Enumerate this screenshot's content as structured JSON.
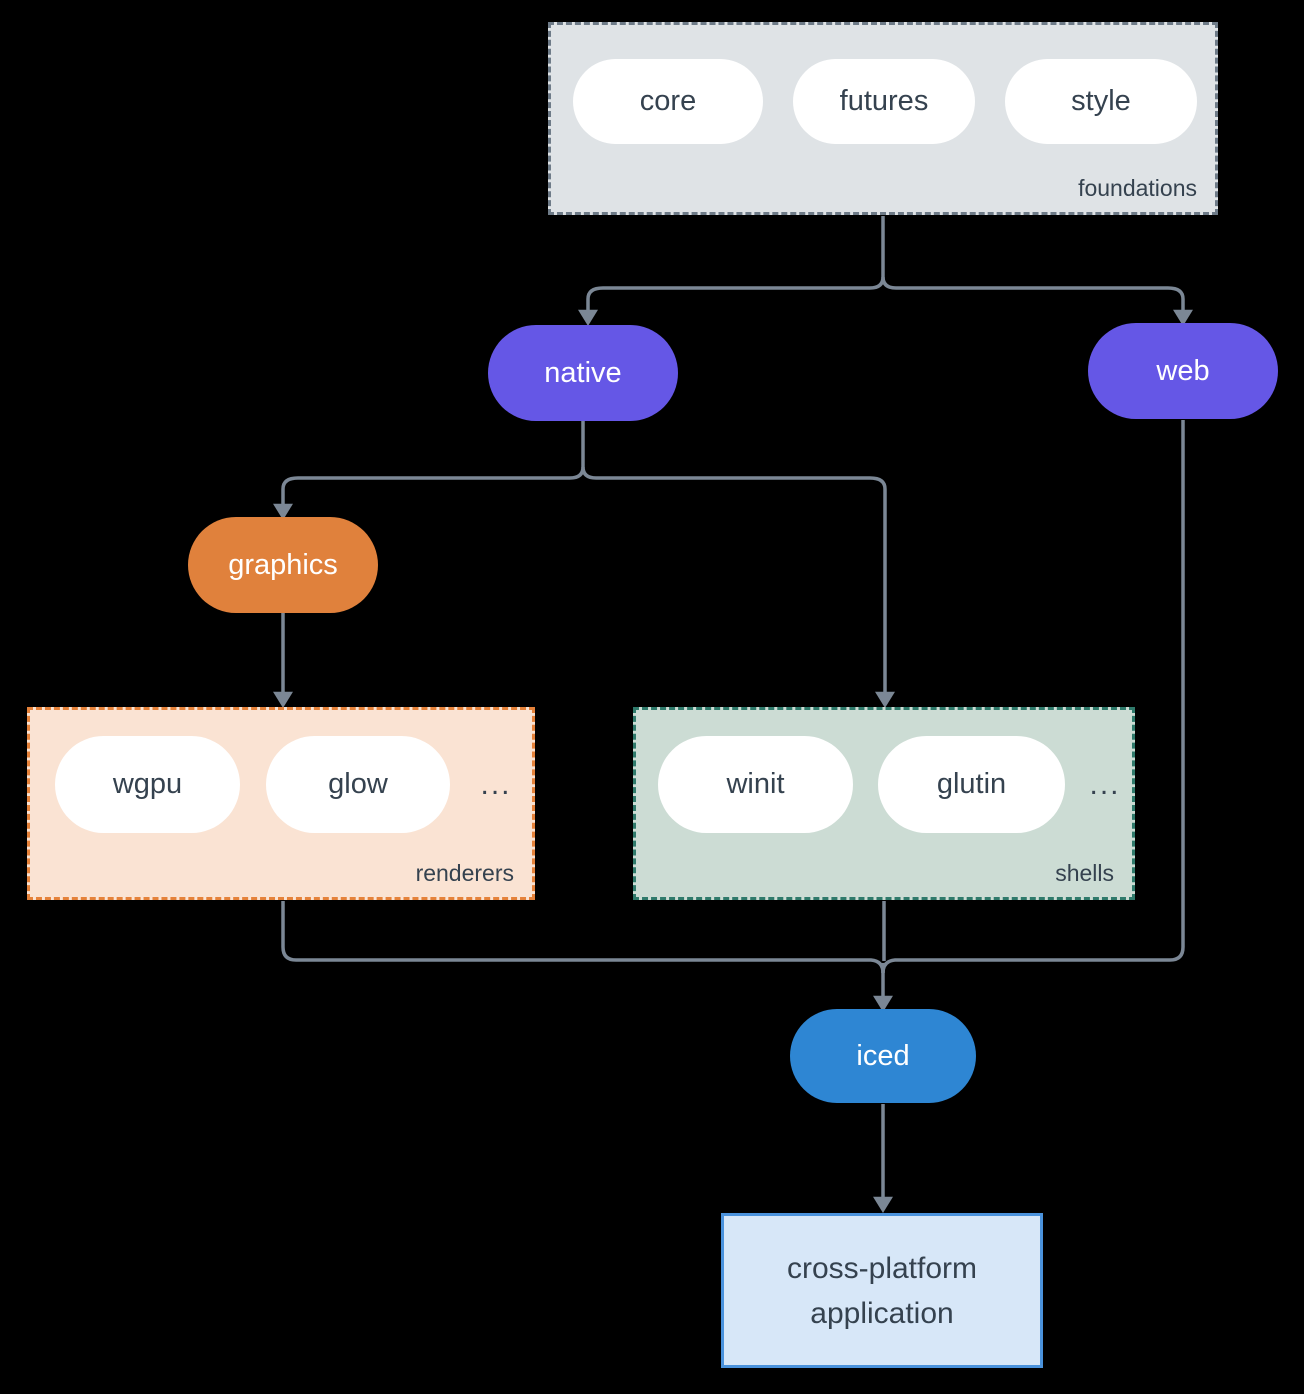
{
  "colors": {
    "background": "#000000",
    "connector": "#7b8795",
    "text_dark": "#35424f",
    "text_light": "#ffffff",
    "pill_bg": "#ffffff",
    "purple": "#6557e6",
    "orange": "#e0813c",
    "blue": "#2e86d3",
    "foundations_bg": "#dfe3e6",
    "foundations_border": "#6e7b88",
    "renderers_bg": "#fae3d3",
    "renderers_border": "#e5823a",
    "shells_bg": "#ccdcd4",
    "shells_border": "#2f7a6b",
    "app_bg": "#d7e7f8",
    "app_border": "#4a92dc"
  },
  "groups": {
    "foundations": {
      "label": "foundations",
      "items": [
        "core",
        "futures",
        "style"
      ]
    },
    "renderers": {
      "label": "renderers",
      "items": [
        "wgpu",
        "glow"
      ],
      "more": "..."
    },
    "shells": {
      "label": "shells",
      "items": [
        "winit",
        "glutin"
      ],
      "more": "..."
    }
  },
  "nodes": {
    "native": {
      "label": "native"
    },
    "web": {
      "label": "web"
    },
    "graphics": {
      "label": "graphics"
    },
    "iced": {
      "label": "iced"
    },
    "application": {
      "label_line1": "cross-platform",
      "label_line2": "application"
    }
  }
}
